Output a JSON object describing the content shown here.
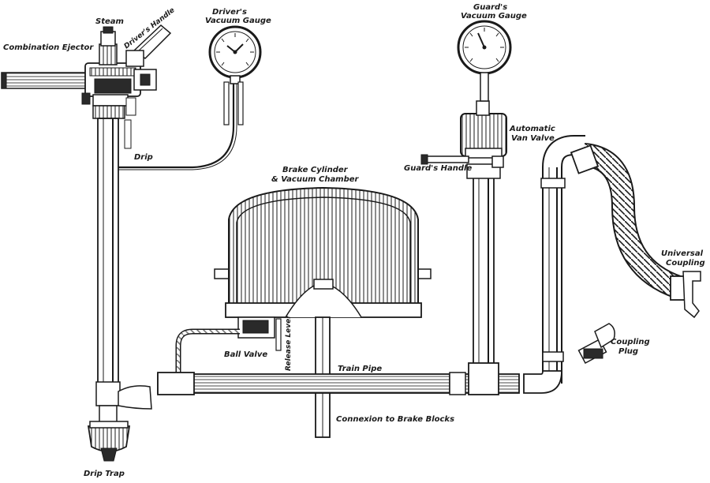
{
  "labels": {
    "steam": "Steam",
    "combination_ejector": "Combination Ejector",
    "drivers_handle": "Driver's Handle",
    "drivers_gauge_1": "Driver's",
    "drivers_gauge_2": "Vacuum Gauge",
    "drip": "Drip",
    "drip_trap": "Drip Trap",
    "brake_cylinder_1": "Brake Cylinder",
    "brake_cylinder_2": "& Vacuum Chamber",
    "ball_valve": "Ball Valve",
    "release_lever": "Release Lever",
    "train_pipe": "Train Pipe",
    "connexion": "Connexion to Brake Blocks",
    "guards_gauge_1": "Guard's",
    "guards_gauge_2": "Vacuum Gauge",
    "automatic_van_valve_1": "Automatic",
    "automatic_van_valve_2": "Van Valve",
    "guards_handle": "Guard's Handle",
    "universal_coupling_1": "Universal",
    "universal_coupling_2": "Coupling",
    "coupling_plug_1": "Coupling",
    "coupling_plug_2": "Plug"
  }
}
